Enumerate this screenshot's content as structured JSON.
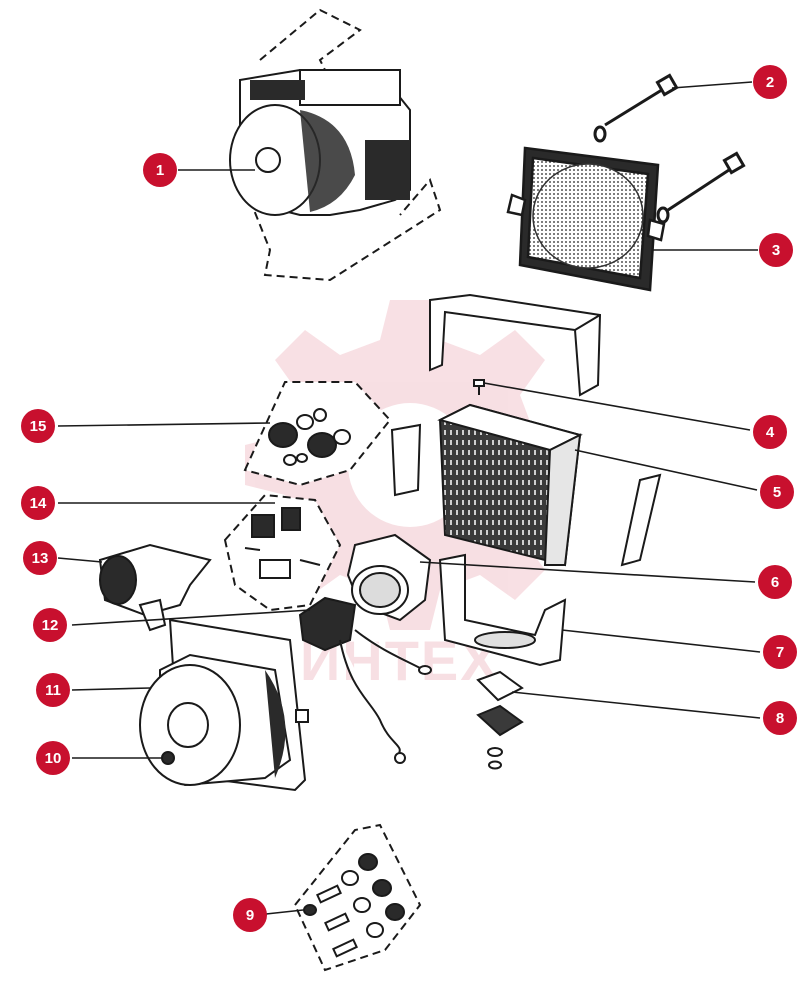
{
  "diagram": {
    "watermark_text": "ИНТЕХ",
    "accent_color": "#c8102e",
    "line_color": "#1a1a1a",
    "callouts": [
      {
        "label": "1"
      },
      {
        "label": "2"
      },
      {
        "label": "3"
      },
      {
        "label": "4"
      },
      {
        "label": "5"
      },
      {
        "label": "6"
      },
      {
        "label": "7"
      },
      {
        "label": "8"
      },
      {
        "label": "9"
      },
      {
        "label": "10"
      },
      {
        "label": "11"
      },
      {
        "label": "12"
      },
      {
        "label": "13"
      },
      {
        "label": "14"
      },
      {
        "label": "15"
      }
    ]
  }
}
